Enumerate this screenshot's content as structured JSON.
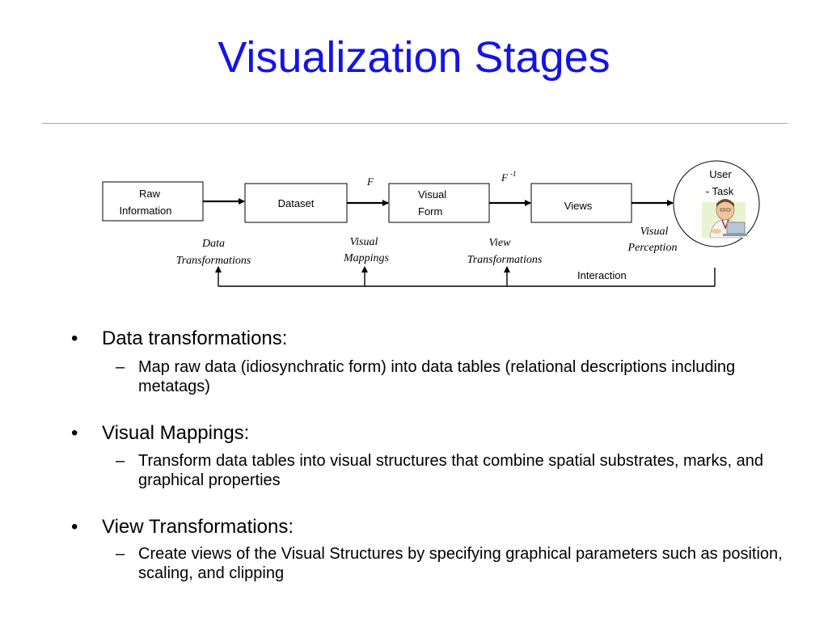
{
  "title": "Visualization Stages",
  "diagram": {
    "boxes": {
      "raw": [
        "Raw",
        "Information"
      ],
      "dataset": "Dataset",
      "visual_form": [
        "Visual",
        "Form"
      ],
      "views": "Views",
      "user": [
        "User",
        "- Task"
      ]
    },
    "arrow_labels": {
      "f": "F",
      "f_inv_base": "F",
      "f_inv_sup": "-1"
    },
    "stages": {
      "data_transformations": [
        "Data",
        "Transformations"
      ],
      "visual_mappings": [
        "Visual",
        "Mappings"
      ],
      "view_transformations": [
        "View",
        "Transformations"
      ],
      "visual_perception": [
        "Visual",
        "Perception"
      ]
    },
    "interaction": "Interaction",
    "user_icon": "person-at-laptop-icon"
  },
  "bullets": [
    {
      "heading": "Data transformations:",
      "detail": "Map raw data (idiosynchratic form) into data tables (relational descriptions including metatags)"
    },
    {
      "heading": "Visual Mappings:",
      "detail": "Transform data tables into visual structures that combine spatial substrates, marks, and graphical properties"
    },
    {
      "heading": "View Transformations:",
      "detail": "Create views of the Visual Structures by specifying graphical parameters such as position, scaling, and clipping"
    }
  ],
  "bullet_glyph": "•",
  "dash_glyph": "–",
  "colors": {
    "title": "#1414e6",
    "rule": "#8eaed8"
  }
}
